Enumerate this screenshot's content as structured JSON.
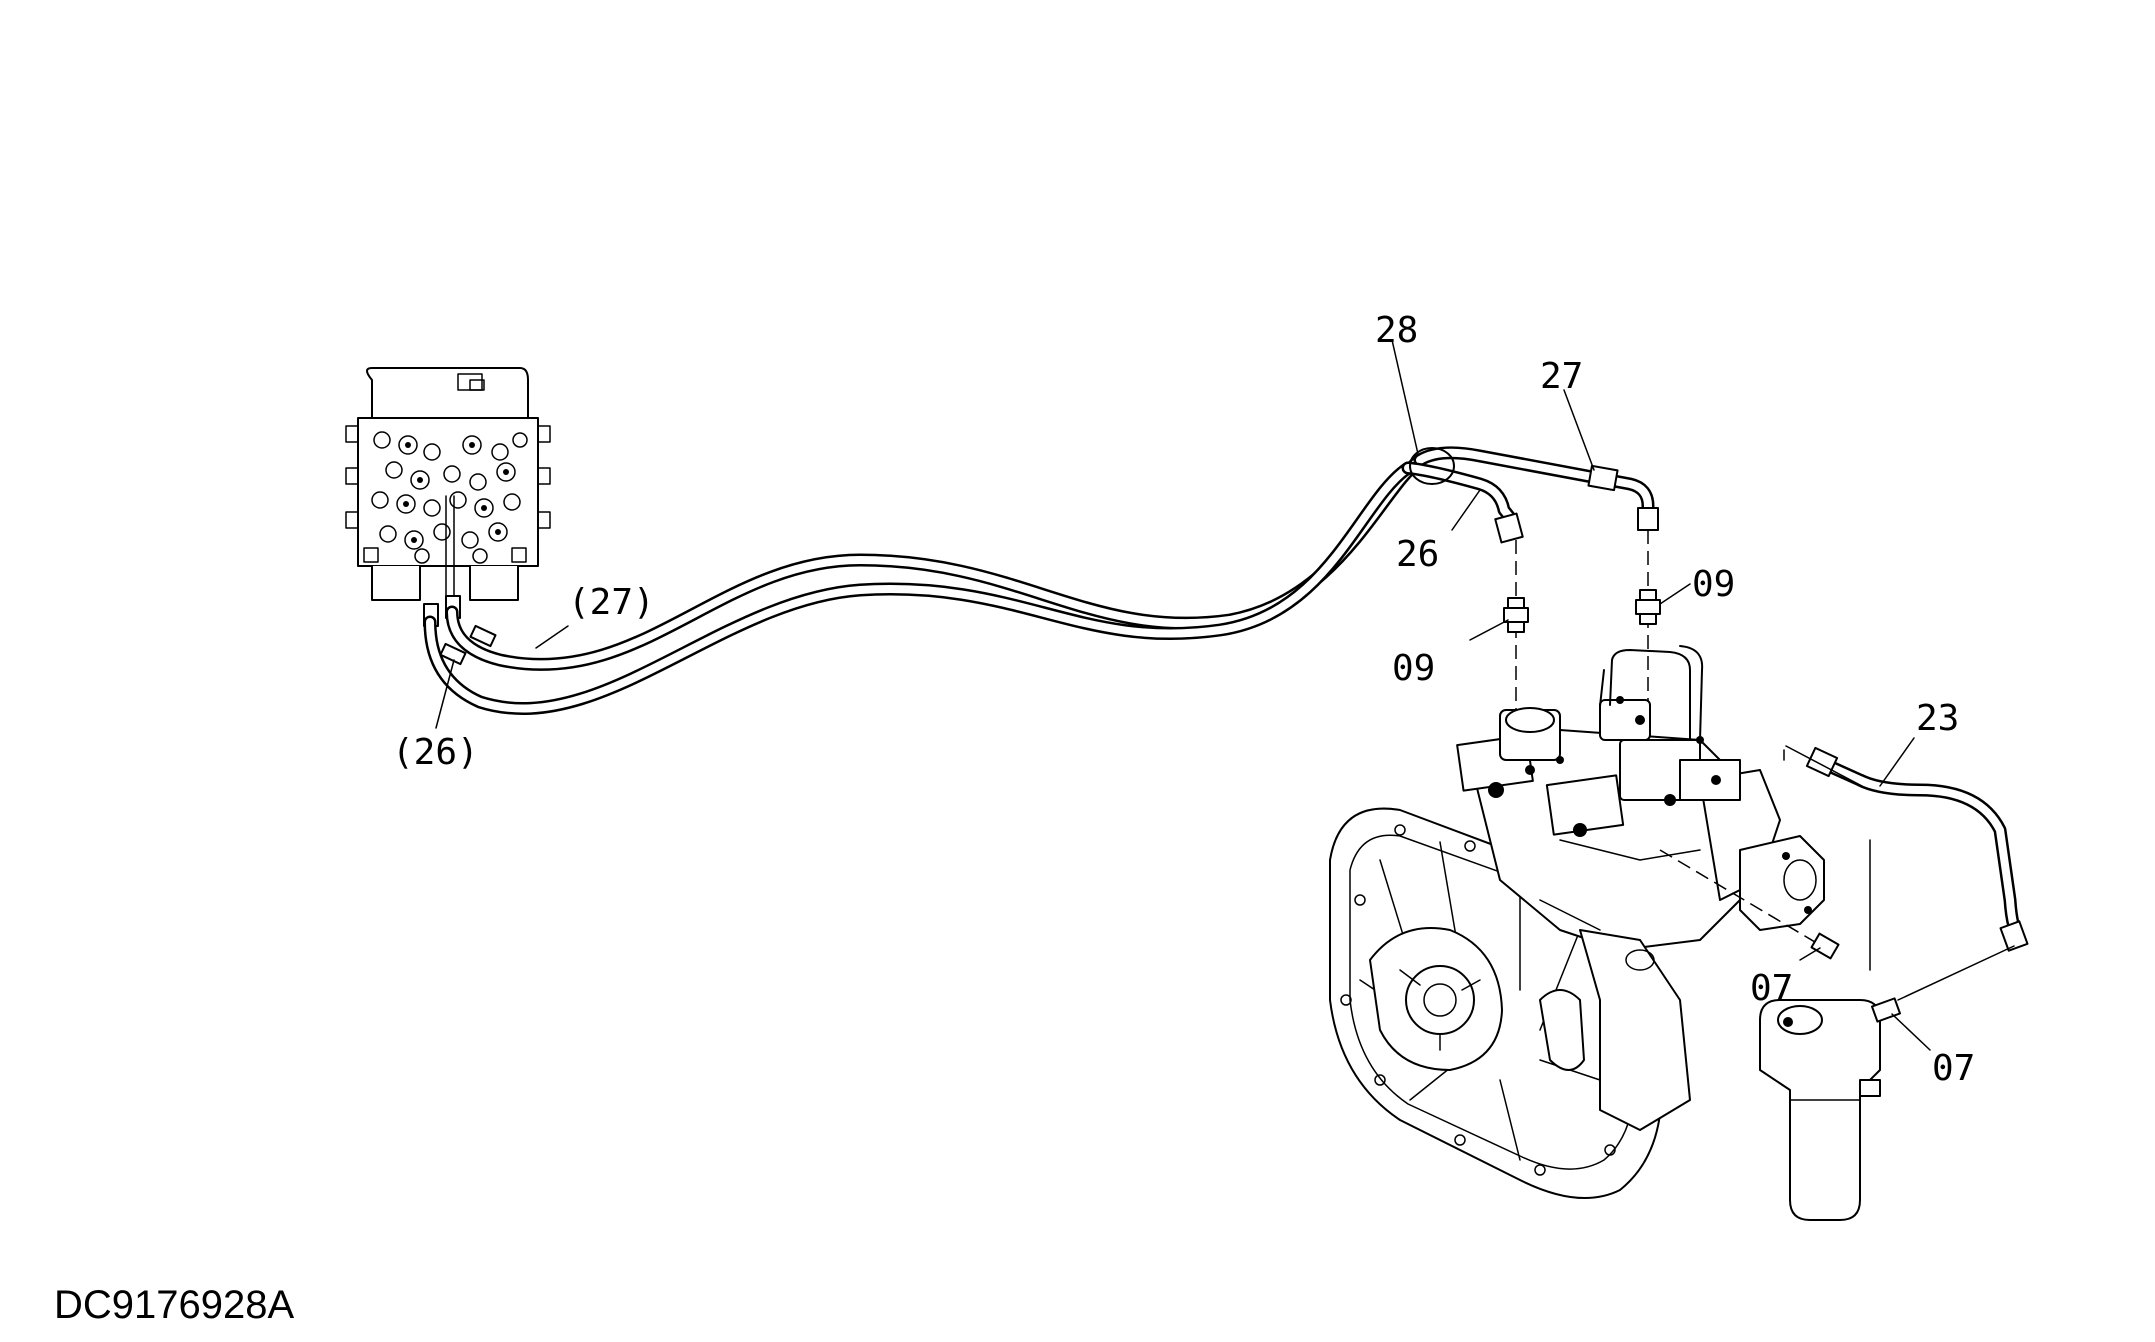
{
  "drawing_code": "DC9176928A",
  "callouts": {
    "c28": "28",
    "c27": "27",
    "c26": "26",
    "c09_right": "09",
    "c09_left": "09",
    "c27_ref": "(27)",
    "c26_ref": "(26)",
    "c23": "23",
    "c07_left": "07",
    "c07_right": "07"
  },
  "colors": {
    "line": "#000000",
    "background": "#ffffff"
  }
}
